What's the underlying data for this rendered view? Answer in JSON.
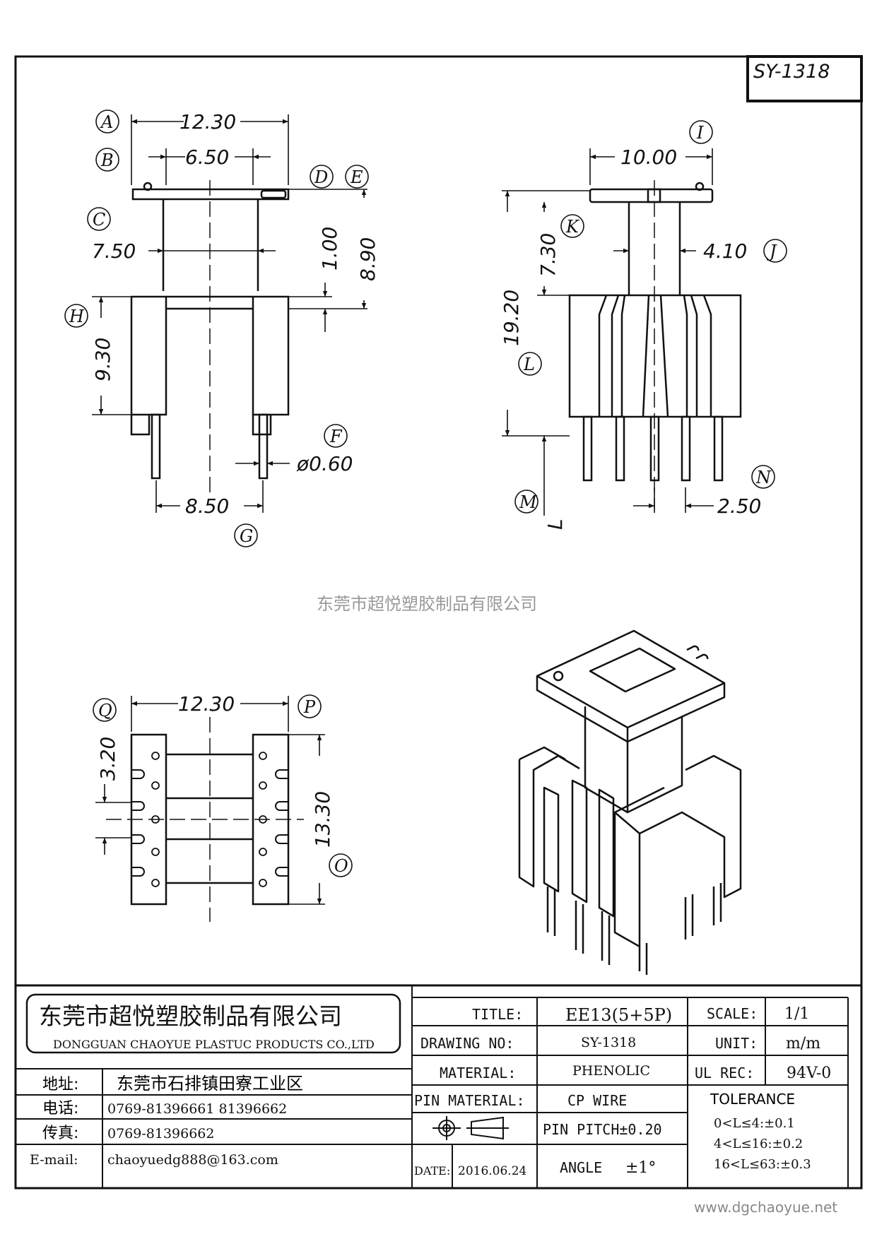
{
  "drawing_id_box": "SY-1318",
  "watermark_company": "东莞市超悦塑胶制品有限公司",
  "website": "www.dgchaoyue.net",
  "views": {
    "front": {
      "dims": {
        "width_outer": "12.30",
        "width_inner": "6.50",
        "window": "7.50",
        "flange": "1.00",
        "height": "8.90",
        "pin_len": "9.30",
        "pin_dia": "ø0.60",
        "pin_span": "8.50"
      },
      "labels": {
        "a": "A",
        "b": "B",
        "c": "C",
        "d": "D",
        "e": "E",
        "f": "F",
        "g": "G",
        "h": "H"
      }
    },
    "side": {
      "dims": {
        "width": "10.00",
        "core": "4.10",
        "upper": "7.30",
        "total": "19.20",
        "pitch": "2.50",
        "pin_label": "L"
      },
      "labels": {
        "i": "I",
        "j": "J",
        "k": "K",
        "l": "L",
        "m": "M",
        "n": "N"
      }
    },
    "bottom": {
      "dims": {
        "width": "12.30",
        "pitch": "3.20",
        "length": "13.30"
      },
      "labels": {
        "o": "O",
        "p": "P",
        "q": "Q"
      }
    }
  },
  "title_block": {
    "company_cn": "东莞市超悦塑胶制品有限公司",
    "company_en": "DONGGUAN CHAOYUE PLASTUC PRODUCTS CO.,LTD",
    "address_label": "地址:",
    "address": "东莞市石排镇田寮工业区",
    "phone_label": "电话:",
    "phone": "0769-81396661  81396662",
    "fax_label": "传真:",
    "fax": "0769-81396662",
    "email_label": "E-mail:",
    "email": "chaoyuedg888@163.com",
    "title_label": "TITLE:",
    "title_value": "EE13(5+5P)",
    "drawing_no_label": "DRAWING NO:",
    "drawing_no_value": "SY-1318",
    "material_label": "MATERIAL:",
    "material_value": "PHENOLIC",
    "pin_material_label": "PIN MATERIAL:",
    "pin_material_value": "CP WIRE",
    "pin_pitch": "PIN PITCH±0.20",
    "date_label": "DATE:",
    "date_value": "2016.06.24",
    "angle_label": "ANGLE",
    "angle_value": "±1°",
    "scale_label": "SCALE:",
    "scale_value": "1/1",
    "unit_label": "UNIT:",
    "unit_value": "m/m",
    "ul_label": "UL REC:",
    "ul_value": "94V-0",
    "tolerance_label": "TOLERANCE",
    "tolerance": [
      "0<L≤4:±0.1",
      "4<L≤16:±0.2",
      "16<L≤63:±0.3"
    ]
  }
}
